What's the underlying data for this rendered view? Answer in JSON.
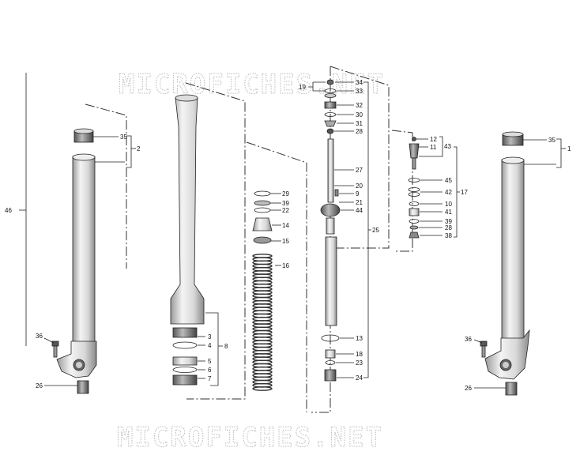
{
  "watermark": {
    "text": "MICROFICHES.NET"
  },
  "callouts": {
    "p1": "1",
    "p2": "2",
    "p3": "3",
    "p4": "4",
    "p5": "5",
    "p6": "6",
    "p7": "7",
    "p8": "8",
    "p9": "9",
    "p10": "10",
    "p11": "11",
    "p12": "12",
    "p13": "13",
    "p14": "14",
    "p15": "15",
    "p16": "16",
    "p17": "17",
    "p18": "18",
    "p19": "19",
    "p20": "20",
    "p21": "21",
    "p22": "22",
    "p23": "23",
    "p24": "24",
    "p25": "25",
    "p26a": "26",
    "p26b": "26",
    "p27": "27",
    "p28a": "28",
    "p28b": "28",
    "p29": "29",
    "p30": "30",
    "p31": "31",
    "p32": "32",
    "p33": "33",
    "p34": "34",
    "p35a": "35",
    "p35b": "35",
    "p36a": "36",
    "p36b": "36",
    "p38": "38",
    "p39a": "39",
    "p39b": "39",
    "p41": "41",
    "p42": "42",
    "p43": "43",
    "p44": "44",
    "p45": "45",
    "p46": "46"
  }
}
